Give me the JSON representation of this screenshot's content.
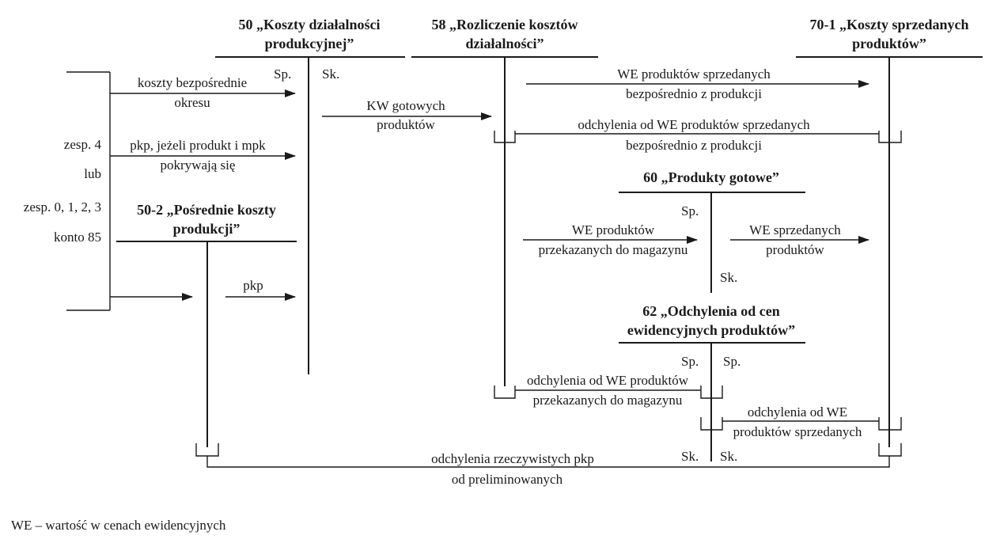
{
  "accounts": {
    "a50": {
      "title_line1": "50 „Koszty działalności",
      "title_line2": "produkcyjnej”",
      "sp": "Sp.",
      "sk": "Sk."
    },
    "a58": {
      "title_line1": "58 „Rozliczenie kosztów",
      "title_line2": "działalności”"
    },
    "a70": {
      "title_line1": "70-1 „Koszty sprzedanych",
      "title_line2": "produktów”"
    },
    "a502": {
      "title_line1": "50-2 „Pośrednie koszty",
      "title_line2": "produkcji”"
    },
    "a60": {
      "title": "60 „Produkty gotowe”",
      "sp": "Sp.",
      "sk": "Sk."
    },
    "a62": {
      "title_line1": "62 „Odchylenia od cen",
      "title_line2": "ewidencyjnych produktów”",
      "sp_left": "Sp.",
      "sp_right": "Sp.",
      "sk_left": "Sk.",
      "sk_right": "Sk."
    }
  },
  "sources": {
    "zesp4": "zesp. 4",
    "lub": "lub",
    "zesp0123": "zesp. 0, 1, 2, 3",
    "konto85": "konto 85"
  },
  "flows": {
    "koszty_bezposrednie_l1": "koszty bezpośrednie",
    "koszty_bezposrednie_l2": "okresu",
    "pkp_jezeli_l1": "pkp, jeżeli produkt i mpk",
    "pkp_jezeli_l2": "pokrywają się",
    "kw_gotowych_l1": "KW gotowych",
    "kw_gotowych_l2": "produktów",
    "we_sprzedanych_bezp_l1": "WE produktów sprzedanych",
    "we_sprzedanych_bezp_l2": "bezpośrednio z produkcji",
    "odch_sprzedanych_bezp_l1": "odchylenia od WE produktów sprzedanych",
    "odch_sprzedanych_bezp_l2": "bezpośrednio z produkcji",
    "we_przekazanych_l1": "WE produktów",
    "we_przekazanych_l2": "przekazanych do magazynu",
    "we_sprzedanych_l1": "WE sprzedanych",
    "we_sprzedanych_l2": "produktów",
    "pkp": "pkp",
    "odch_przekazanych_l1": "odchylenia od WE produktów",
    "odch_przekazanych_l2": "przekazanych do magazynu",
    "odch_sprzedanych_l1": "odchylenia od WE",
    "odch_sprzedanych_l2": "produktów sprzedanych",
    "odch_pkp_l1": "odchylenia rzeczywistych pkp",
    "odch_pkp_l2": "od preliminowanych"
  },
  "footnote": "WE – wartość w cenach ewidencyjnych"
}
